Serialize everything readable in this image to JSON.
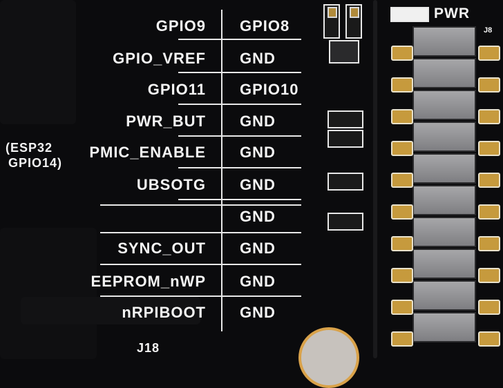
{
  "silkscreen": {
    "left_labels": [
      "GPIO9",
      "GPIO_VREF",
      "GPIO11",
      "PWR_BUT",
      "PMIC_ENABLE",
      "UBSOTG",
      "",
      "SYNC_OUT",
      "EEPROM_nWP",
      "nRPIBOOT"
    ],
    "right_labels": [
      "GPIO8",
      "GND",
      "GPIO10",
      "GND",
      "GND",
      "GND",
      "GND",
      "GND",
      "GND",
      "GND"
    ],
    "side_note_line1": "(ESP32",
    "side_note_line2": "GPIO14)",
    "pwr_label": "PWR",
    "header_label": "J8",
    "bottom_connector_label": "J18"
  },
  "colors": {
    "board": "#0b0b0d",
    "silkscreen": "#f2f2f2",
    "copper_pad": "#c69a3d",
    "pin_metal": "#9a9a9c"
  }
}
